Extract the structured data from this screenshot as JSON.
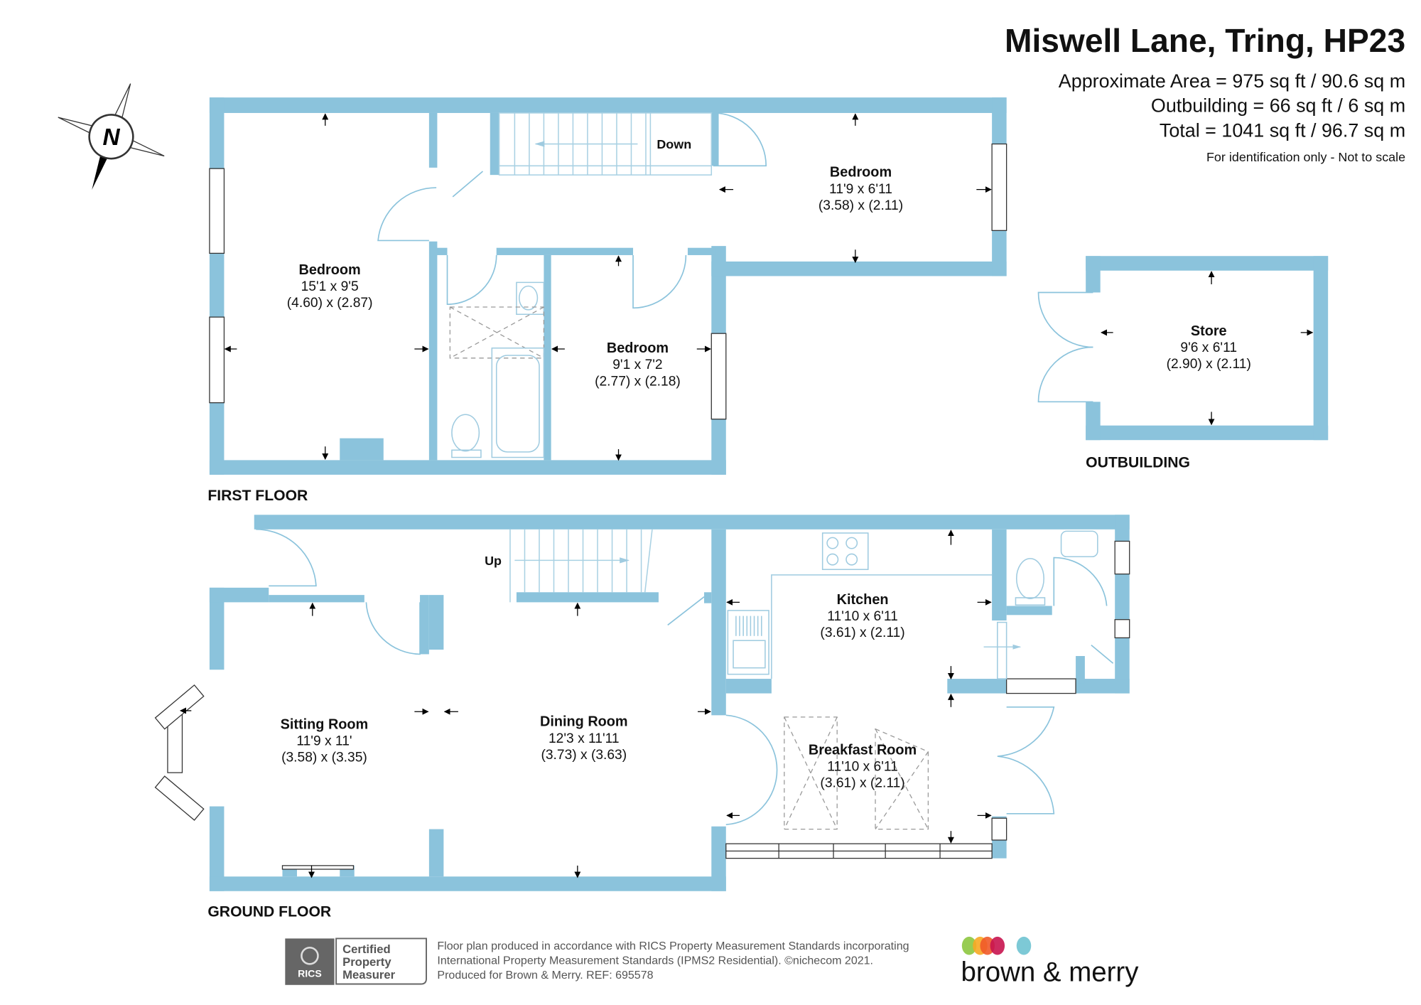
{
  "header": {
    "title": "Miswell Lane, Tring, HP23",
    "area_lines": [
      "Approximate Area = 975 sq ft / 90.6 sq m",
      "Outbuilding = 66 sq ft / 6 sq m",
      "Total = 1041 sq ft / 96.7 sq m"
    ],
    "disclaimer": "For identification only - Not to scale"
  },
  "compass": {
    "label": "N"
  },
  "first_floor": {
    "label": "FIRST FLOOR",
    "stair_label": "Down",
    "rooms": [
      {
        "name": "Bedroom",
        "imperial": "15'1 x 9'5",
        "metric": "(4.60) x (2.87)"
      },
      {
        "name": "Bedroom",
        "imperial": "9'1 x 7'2",
        "metric": "(2.77) x (2.18)"
      },
      {
        "name": "Bedroom",
        "imperial": "11'9 x 6'11",
        "metric": "(3.58) x (2.11)"
      }
    ]
  },
  "outbuilding": {
    "label": "OUTBUILDING",
    "rooms": [
      {
        "name": "Store",
        "imperial": "9'6 x 6'11",
        "metric": "(2.90) x (2.11)"
      }
    ]
  },
  "ground_floor": {
    "label": "GROUND FLOOR",
    "stair_label": "Up",
    "rooms": [
      {
        "name": "Sitting Room",
        "imperial": "11'9 x 11'",
        "metric": "(3.58) x (3.35)"
      },
      {
        "name": "Dining Room",
        "imperial": "12'3 x 11'11",
        "metric": "(3.73) x (3.63)"
      },
      {
        "name": "Kitchen",
        "imperial": "11'10 x 6'11",
        "metric": "(3.61) x (2.11)"
      },
      {
        "name": "Breakfast Room",
        "imperial": "11'10 x 6'11",
        "metric": "(3.61) x (2.11)"
      }
    ]
  },
  "footer": {
    "rics_badge": {
      "logo_text": "RICS",
      "lines": [
        "Certified",
        "Property",
        "Measurer"
      ]
    },
    "lines": [
      "Floor plan produced in accordance with RICS Property Measurement Standards incorporating",
      "International Property Measurement Standards (IPMS2 Residential).   ©nichecom 2021.",
      "Produced for Brown & Merry.   REF:  695578"
    ],
    "brand": {
      "name": "brown & merry",
      "dot_colors": [
        "#8dc63f",
        "#f7a823",
        "#ef5a29",
        "#c8144f",
        "#6fc3d2"
      ]
    }
  },
  "colors": {
    "wall": "#8bc3dc",
    "text": "#111111"
  }
}
